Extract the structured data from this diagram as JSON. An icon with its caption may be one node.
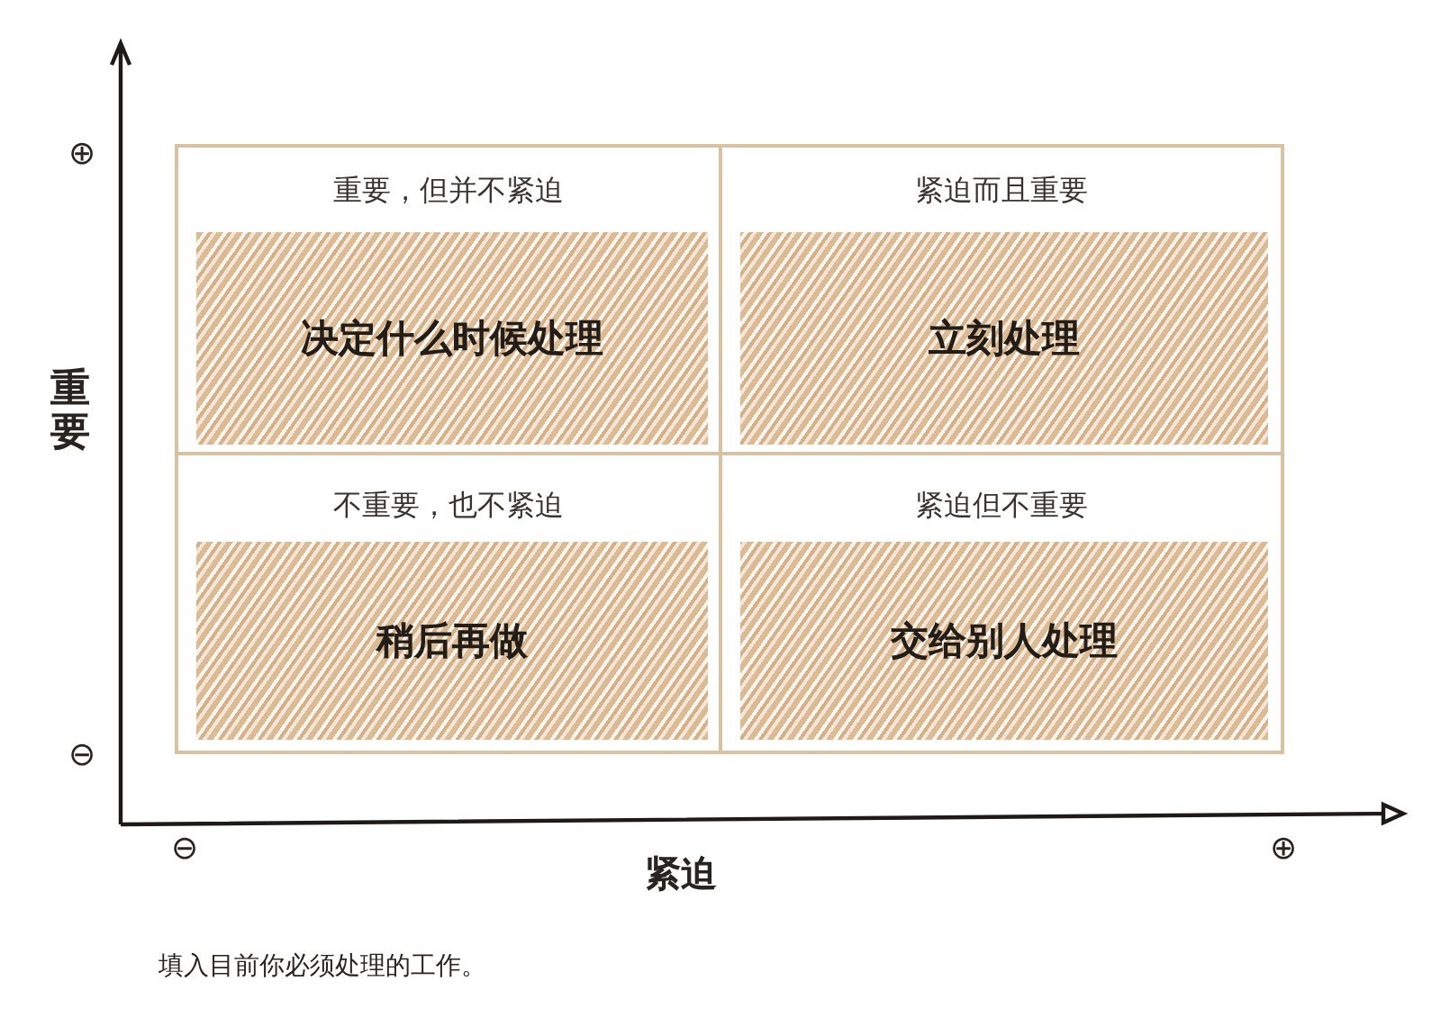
{
  "diagram": {
    "caption": "填入目前你必须处理的工作。",
    "nodes": [
      {
        "text": [
          "重要，但并不紧迫",
          "决定什么时候处理"
        ]
      },
      {
        "text": [
          "紧迫而且重要",
          "立刻处理"
        ]
      },
      {
        "text": [
          "不重要，也不紧迫",
          "稍后再做"
        ]
      },
      {
        "text": [
          "紧迫但不重要",
          "交给别人处理"
        ]
      }
    ],
    "edges": [],
    "labels": [
      "⊕",
      "重要",
      "⊖",
      "⊖",
      "⊕",
      "紧迫"
    ]
  }
}
